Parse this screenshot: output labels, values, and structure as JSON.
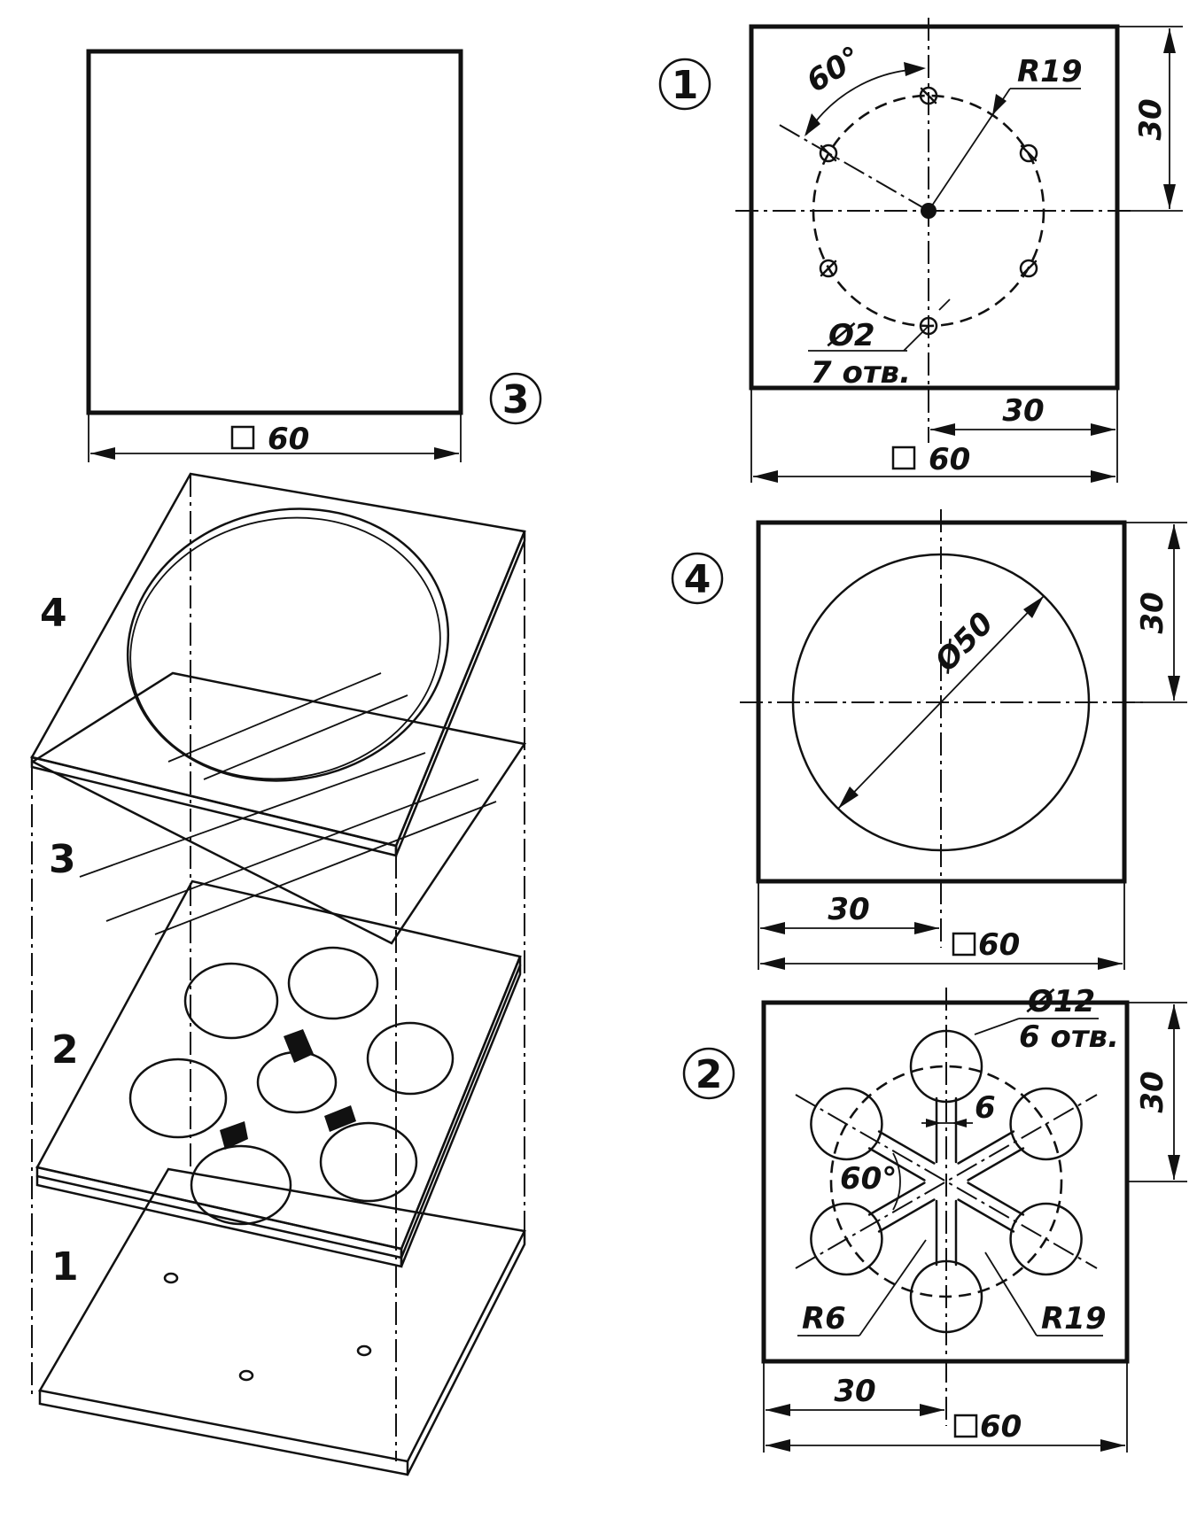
{
  "views": {
    "part3": {
      "badge": "3",
      "width_label": "60"
    },
    "part1": {
      "badge": "1",
      "angle": "60°",
      "radius": "R19",
      "hole_dia": "Ø2",
      "hole_count": "7 отв.",
      "right_dim": "30",
      "bottom_dim": "30",
      "width_label": "60"
    },
    "part4": {
      "badge": "4",
      "diameter": "Ø50",
      "right_dim": "30",
      "bottom_dim": "30",
      "width_label": "60"
    },
    "part2": {
      "badge": "2",
      "hole_dia": "Ø12",
      "hole_count": "6 отв.",
      "slot": "6",
      "angle": "60°",
      "r_small": "R6",
      "r_large": "R19",
      "right_dim": "30",
      "bottom_dim": "30",
      "width_label": "60"
    }
  },
  "assembly": {
    "layers": [
      "4",
      "3",
      "2",
      "1"
    ]
  },
  "colors": {
    "ink": "#111111",
    "paper": "#ffffff"
  }
}
